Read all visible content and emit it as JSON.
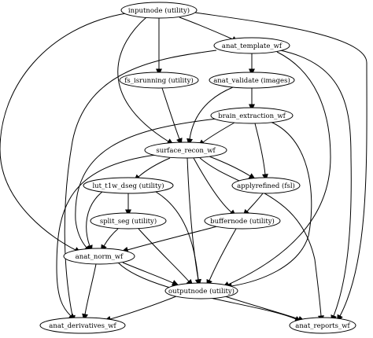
{
  "graph": {
    "nodes": [
      {
        "id": "inputnode",
        "label": "inputnode (utility)"
      },
      {
        "id": "anat_template_wf",
        "label": "anat_template_wf"
      },
      {
        "id": "fs_isrunning",
        "label": "fs_isrunning (utility)"
      },
      {
        "id": "anat_validate",
        "label": "anat_validate (images)"
      },
      {
        "id": "brain_extraction_wf",
        "label": "brain_extraction_wf"
      },
      {
        "id": "surface_recon_wf",
        "label": "surface_recon_wf"
      },
      {
        "id": "lut_t1w_dseg",
        "label": "lut_t1w_dseg (utility)"
      },
      {
        "id": "applyrefined",
        "label": "applyrefined (fsl)"
      },
      {
        "id": "split_seg",
        "label": "split_seg (utility)"
      },
      {
        "id": "buffernode",
        "label": "buffernode (utility)"
      },
      {
        "id": "anat_norm_wf",
        "label": "anat_norm_wf"
      },
      {
        "id": "outputnode",
        "label": "outputnode (utility)"
      },
      {
        "id": "anat_derivatives_wf",
        "label": "anat_derivatives_wf"
      },
      {
        "id": "anat_reports_wf",
        "label": "anat_reports_wf"
      }
    ],
    "edges": [
      {
        "from": "inputnode",
        "to": "anat_template_wf"
      },
      {
        "from": "inputnode",
        "to": "fs_isrunning"
      },
      {
        "from": "inputnode",
        "to": "surface_recon_wf"
      },
      {
        "from": "inputnode",
        "to": "anat_norm_wf"
      },
      {
        "from": "inputnode",
        "to": "anat_reports_wf"
      },
      {
        "from": "anat_template_wf",
        "to": "anat_validate"
      },
      {
        "from": "anat_template_wf",
        "to": "anat_derivatives_wf"
      },
      {
        "from": "anat_template_wf",
        "to": "outputnode"
      },
      {
        "from": "anat_template_wf",
        "to": "anat_reports_wf"
      },
      {
        "from": "anat_validate",
        "to": "brain_extraction_wf"
      },
      {
        "from": "anat_validate",
        "to": "surface_recon_wf"
      },
      {
        "from": "fs_isrunning",
        "to": "surface_recon_wf"
      },
      {
        "from": "brain_extraction_wf",
        "to": "surface_recon_wf"
      },
      {
        "from": "brain_extraction_wf",
        "to": "applyrefined"
      },
      {
        "from": "brain_extraction_wf",
        "to": "anat_norm_wf"
      },
      {
        "from": "brain_extraction_wf",
        "to": "outputnode"
      },
      {
        "from": "surface_recon_wf",
        "to": "lut_t1w_dseg"
      },
      {
        "from": "surface_recon_wf",
        "to": "applyrefined"
      },
      {
        "from": "surface_recon_wf",
        "to": "buffernode"
      },
      {
        "from": "surface_recon_wf",
        "to": "outputnode"
      },
      {
        "from": "surface_recon_wf",
        "to": "anat_derivatives_wf"
      },
      {
        "from": "surface_recon_wf",
        "to": "anat_reports_wf"
      },
      {
        "from": "lut_t1w_dseg",
        "to": "split_seg"
      },
      {
        "from": "lut_t1w_dseg",
        "to": "anat_norm_wf"
      },
      {
        "from": "lut_t1w_dseg",
        "to": "outputnode"
      },
      {
        "from": "applyrefined",
        "to": "buffernode"
      },
      {
        "from": "split_seg",
        "to": "anat_norm_wf"
      },
      {
        "from": "split_seg",
        "to": "outputnode"
      },
      {
        "from": "buffernode",
        "to": "anat_norm_wf"
      },
      {
        "from": "buffernode",
        "to": "outputnode"
      },
      {
        "from": "anat_norm_wf",
        "to": "outputnode"
      },
      {
        "from": "anat_norm_wf",
        "to": "anat_derivatives_wf"
      },
      {
        "from": "anat_norm_wf",
        "to": "anat_reports_wf"
      },
      {
        "from": "outputnode",
        "to": "anat_derivatives_wf"
      },
      {
        "from": "outputnode",
        "to": "anat_reports_wf"
      }
    ]
  }
}
